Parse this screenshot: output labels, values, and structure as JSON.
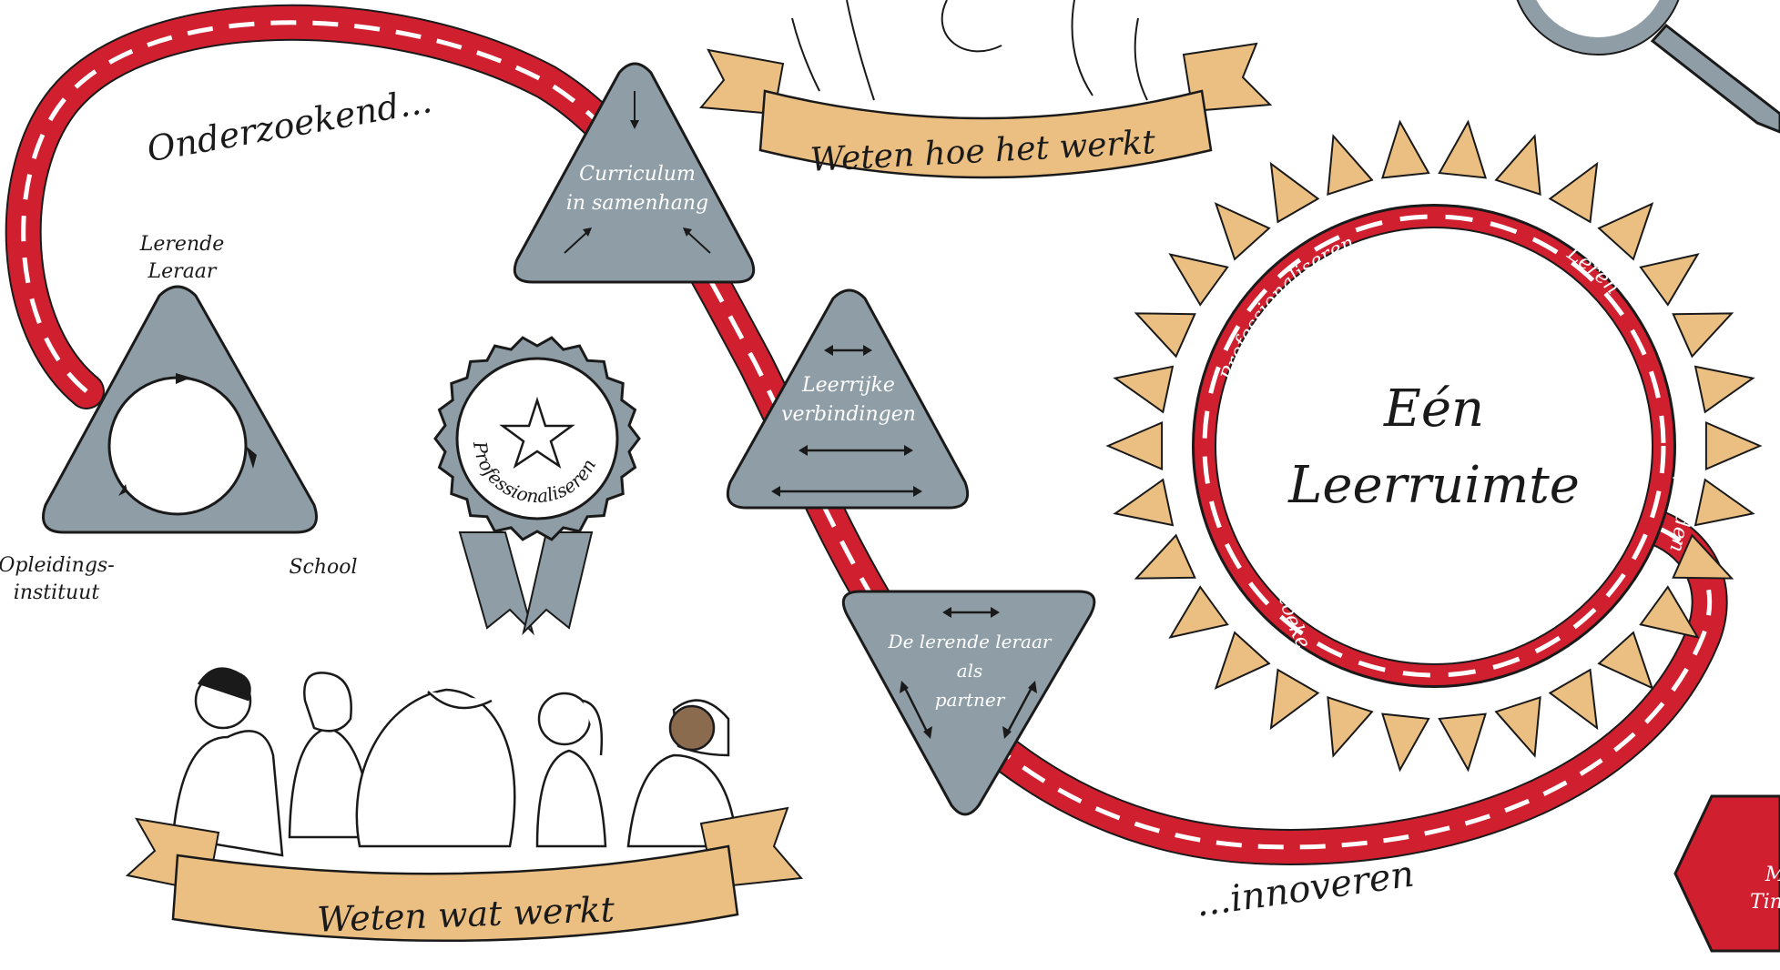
{
  "road_labels": {
    "start": "Onderzoekend...",
    "end": "...innoveren"
  },
  "cycle_triangle": {
    "top": [
      "Lerende",
      "Leraar"
    ],
    "left": [
      "Opleidings-",
      "instituut"
    ],
    "right": "School"
  },
  "curriculum_triangle": [
    "Curriculum",
    "in samenhang"
  ],
  "connections_triangle": [
    "Leerrijke",
    "verbindingen"
  ],
  "partner_triangle": [
    "De lerende leraar",
    "als",
    "partner"
  ],
  "rosette": {
    "label": "Professionaliseren"
  },
  "banners": {
    "top": "Weten hoe het werkt",
    "bottom": "Weten wat werkt"
  },
  "learning_space": {
    "title": [
      "Eén",
      "Leerruimte"
    ],
    "ring_labels": {
      "professionaliseren": "Professionaliseren",
      "leren": "Leren",
      "opleiden": "Opleiden",
      "onderzoeken": "Onderzoeken"
    }
  },
  "corner_badge": {
    "lines": [
      "M",
      "Tin"
    ]
  },
  "colors": {
    "road": "#d0202f",
    "grey": "#8f9ea6",
    "tan": "#ebbf82",
    "outline": "#1a1a1a"
  }
}
